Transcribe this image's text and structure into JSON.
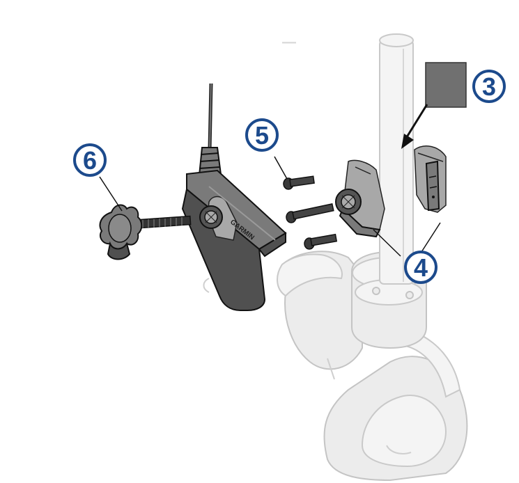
{
  "callouts": [
    {
      "id": "part-3",
      "label": "3"
    },
    {
      "id": "part-4",
      "label": "4"
    },
    {
      "id": "part-5",
      "label": "5"
    },
    {
      "id": "part-6",
      "label": "6"
    }
  ],
  "colors": {
    "callout": "#1c4a8c",
    "pointer_swatch": "#707070",
    "ghost_motor": "#ececec",
    "dark_parts": "#505050"
  }
}
